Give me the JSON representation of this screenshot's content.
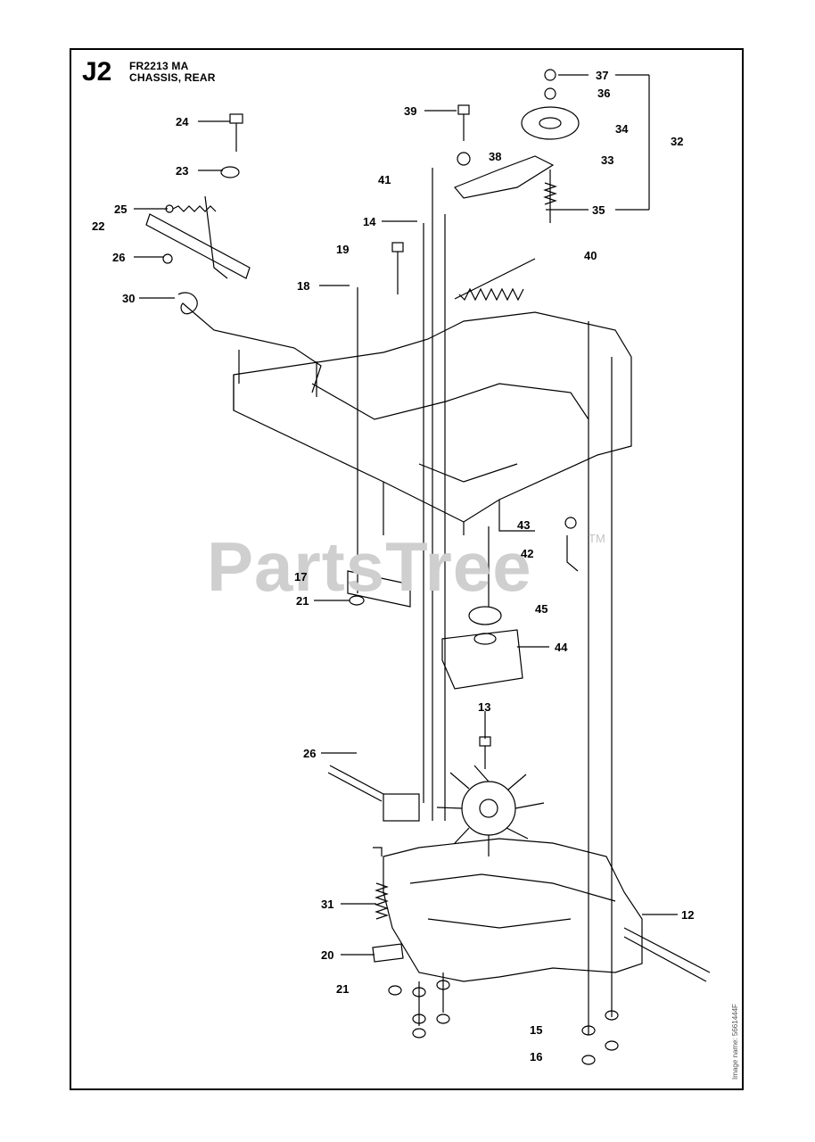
{
  "sheet": {
    "code": "J2",
    "model": "FR2213 MA",
    "section": "CHASSIS, REAR"
  },
  "watermark": {
    "text": "PartsTree",
    "trademark": "TM"
  },
  "image_number": "Image name: 5661444F",
  "callouts": [
    "37",
    "36",
    "34",
    "32",
    "33",
    "35",
    "39",
    "38",
    "41",
    "24",
    "23",
    "25",
    "22",
    "14",
    "19",
    "26",
    "40",
    "18",
    "30",
    "43",
    "42",
    "17",
    "21",
    "45",
    "44",
    "13",
    "26",
    "31",
    "12",
    "20",
    "21",
    "15",
    "16"
  ],
  "colors": {
    "ink": "#000000",
    "watermark": "#cfcfcf"
  }
}
